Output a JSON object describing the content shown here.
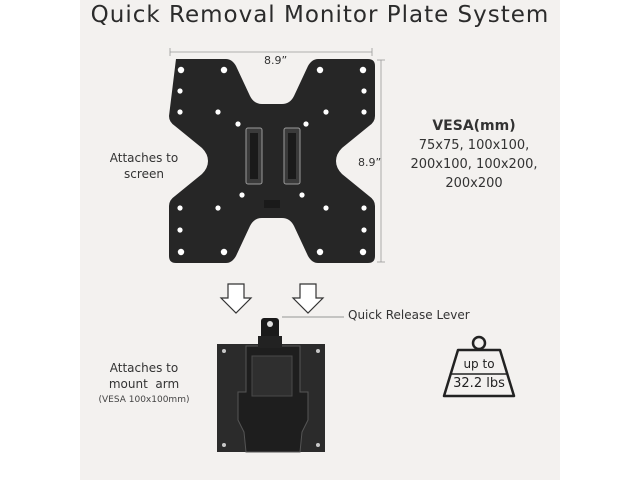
{
  "title": "Quick Removal Monitor Plate System",
  "top_plate": {
    "width_label": "8.9”",
    "height_label": "8.9”",
    "caption_line1": "Attaches to",
    "caption_line2": "screen"
  },
  "vesa": {
    "heading": "VESA(mm)",
    "lines": [
      "75x75, 100x100,",
      "200x100, 100x200,",
      "200x200"
    ]
  },
  "lever": {
    "label": "Quick Release Lever"
  },
  "bottom_plate": {
    "caption_line1": "Attaches to",
    "caption_line2": "mount  arm",
    "caption_line3": "(VESA 100x100mm)"
  },
  "weight": {
    "line1": "up to",
    "line2": "32.2 lbs"
  },
  "colors": {
    "plate": "#262626",
    "hole": "#ffffff",
    "background": "#f3f1ef",
    "text": "#333333"
  },
  "icons": [
    "down-arrow-icon",
    "weight-icon"
  ]
}
